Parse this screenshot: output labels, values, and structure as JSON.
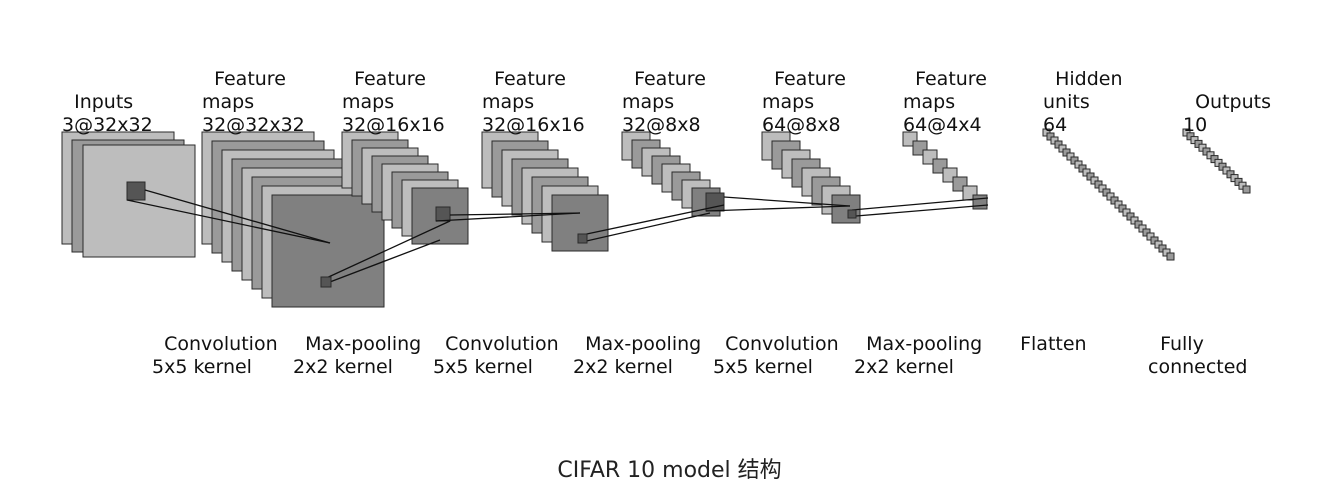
{
  "layers": [
    {
      "title": "Inputs",
      "dims": "3@32x32"
    },
    {
      "title": "Feature\nmaps",
      "dims": "32@32x32"
    },
    {
      "title": "Feature\nmaps",
      "dims": "32@16x16"
    },
    {
      "title": "Feature\nmaps",
      "dims": "32@16x16"
    },
    {
      "title": "Feature\nmaps",
      "dims": "32@8x8"
    },
    {
      "title": "Feature\nmaps",
      "dims": "64@8x8"
    },
    {
      "title": "Feature\nmaps",
      "dims": "64@4x4"
    },
    {
      "title": "Hidden\nunits",
      "dims": "64"
    },
    {
      "title": "Outputs",
      "dims": "10"
    }
  ],
  "operations": [
    {
      "name": "Convolution",
      "detail": "5x5 kernel"
    },
    {
      "name": "Max-pooling",
      "detail": "2x2 kernel"
    },
    {
      "name": "Convolution",
      "detail": "5x5 kernel"
    },
    {
      "name": "Max-pooling",
      "detail": "2x2 kernel"
    },
    {
      "name": "Convolution",
      "detail": "5x5 kernel"
    },
    {
      "name": "Max-pooling",
      "detail": "2x2 kernel"
    },
    {
      "name": "Flatten",
      "detail": ""
    },
    {
      "name": "Fully",
      "detail": "connected"
    }
  ],
  "caption": "CIFAR 10 model 结构",
  "colors": {
    "light": "#bdbdbd",
    "mid": "#9a9a9a",
    "dark": "#808080",
    "edge": "#2a2a2a"
  }
}
